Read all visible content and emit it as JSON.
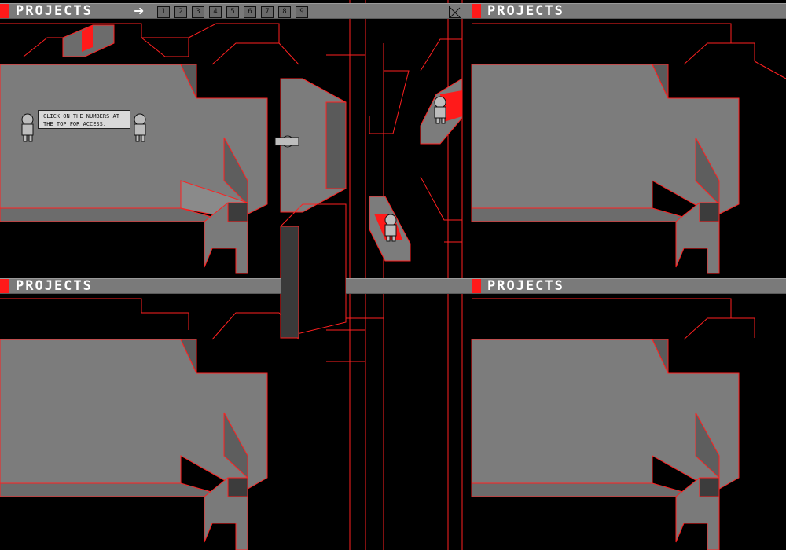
{
  "header": {
    "title": "PROJECTS",
    "arrow_glyph": "➜",
    "numbers": [
      "1",
      "2",
      "3",
      "4",
      "5",
      "6",
      "7",
      "8",
      "9"
    ],
    "close_glyph": "✕"
  },
  "panels": [
    {
      "title": "PROJECTS"
    },
    {
      "title": "PROJECTS"
    },
    {
      "title": "PROJECTS"
    }
  ],
  "tooltip": {
    "text": "Click on the numbers at the top for access."
  },
  "colors": {
    "accent": "#ff1a1a",
    "panel": "#7a7a7a",
    "wall": "#5e5e5e",
    "bg": "#000000"
  }
}
